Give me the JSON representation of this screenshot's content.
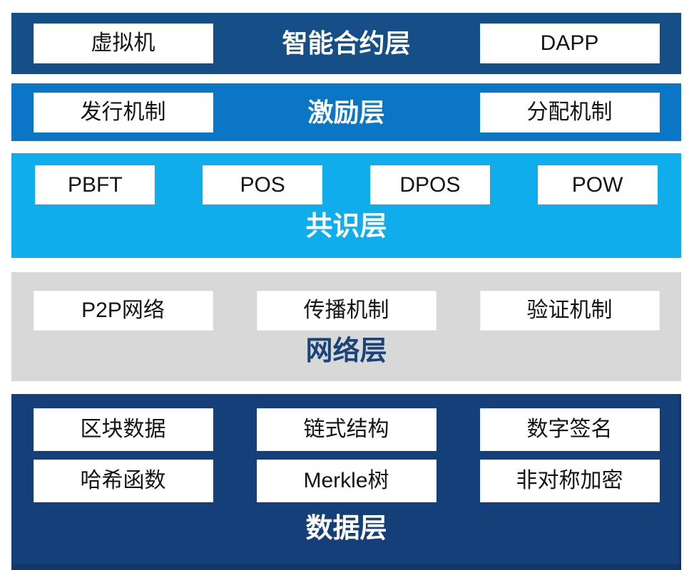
{
  "colors": {
    "smart_contract_layer_bg": "#164e87",
    "incentive_layer_bg": "#0b76c6",
    "consensus_layer_bg": "#0fadec",
    "network_layer_bg": "#d8d8d8",
    "data_layer_bg": "#153f78",
    "layer_label_color": "#ffffff",
    "network_layer_label_color": "#1a4478",
    "box_bg": "#ffffff",
    "box_text_color": "#141414"
  },
  "layers": {
    "smart_contract": {
      "label": "智能合约层",
      "items": {
        "left": "虚拟机",
        "right": "DAPP"
      }
    },
    "incentive": {
      "label": "激励层",
      "items": {
        "left": "发行机制",
        "right": "分配机制"
      }
    },
    "consensus": {
      "label": "共识层",
      "items": [
        "PBFT",
        "POS",
        "DPOS",
        "POW"
      ]
    },
    "network": {
      "label": "网络层",
      "items": [
        "P2P网络",
        "传播机制",
        "验证机制"
      ]
    },
    "data": {
      "label": "数据层",
      "items": [
        [
          "区块数据",
          "链式结构",
          "数字签名"
        ],
        [
          "哈希函数",
          "Merkle树",
          "非对称加密"
        ]
      ]
    }
  }
}
